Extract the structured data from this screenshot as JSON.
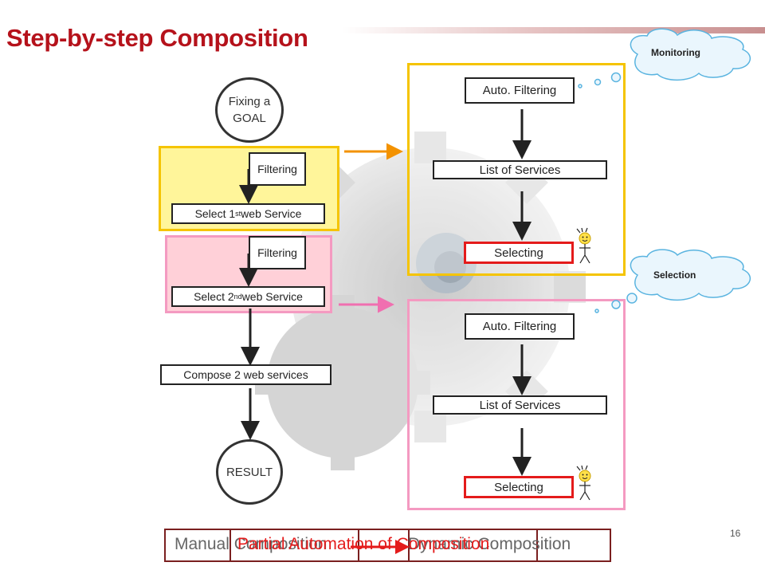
{
  "title": "Step-by-step Composition",
  "left_flow": {
    "goal": [
      "Fixing a",
      "GOAL"
    ],
    "filtering_1": "Filtering",
    "select_1": {
      "prefix": "Select 1",
      "sup": "st",
      "suffix": " web Service"
    },
    "filtering_2": "Filtering",
    "select_2": {
      "prefix": "Select 2",
      "sup": "nd",
      "suffix": " web Service"
    },
    "compose": "Compose 2 web services",
    "result": "RESULT"
  },
  "right_top": {
    "auto_filtering": "Auto. Filtering",
    "list_of_services": "List of Services",
    "selecting": "Selecting",
    "cloud": "Monitoring"
  },
  "right_bottom": {
    "auto_filtering": "Auto. Filtering",
    "list_of_services": "List of Services",
    "selecting": "Selecting",
    "cloud": "Selection"
  },
  "bottom": {
    "manual": "Manual Composition",
    "partial": "Partial Automation of Composition",
    "dynamic": "Dynamic Composition"
  },
  "page_number": "16",
  "colors": {
    "title": "#b5121b",
    "yellow_panel_fill": "#fff59a",
    "yellow_border": "#f5c400",
    "pink_panel_fill": "#ffd0d8",
    "pink_border": "#f49ac1",
    "orange_arrow": "#f39200",
    "pink_arrow": "#f06fb0",
    "cloud_border": "#5ab4e0",
    "red_box": "#e41b1b",
    "bottom_red": "#e41b1b"
  },
  "icons": [
    "gear-background-icon",
    "stick-figure-icon",
    "thought-cloud-icon",
    "arrow-icon"
  ]
}
